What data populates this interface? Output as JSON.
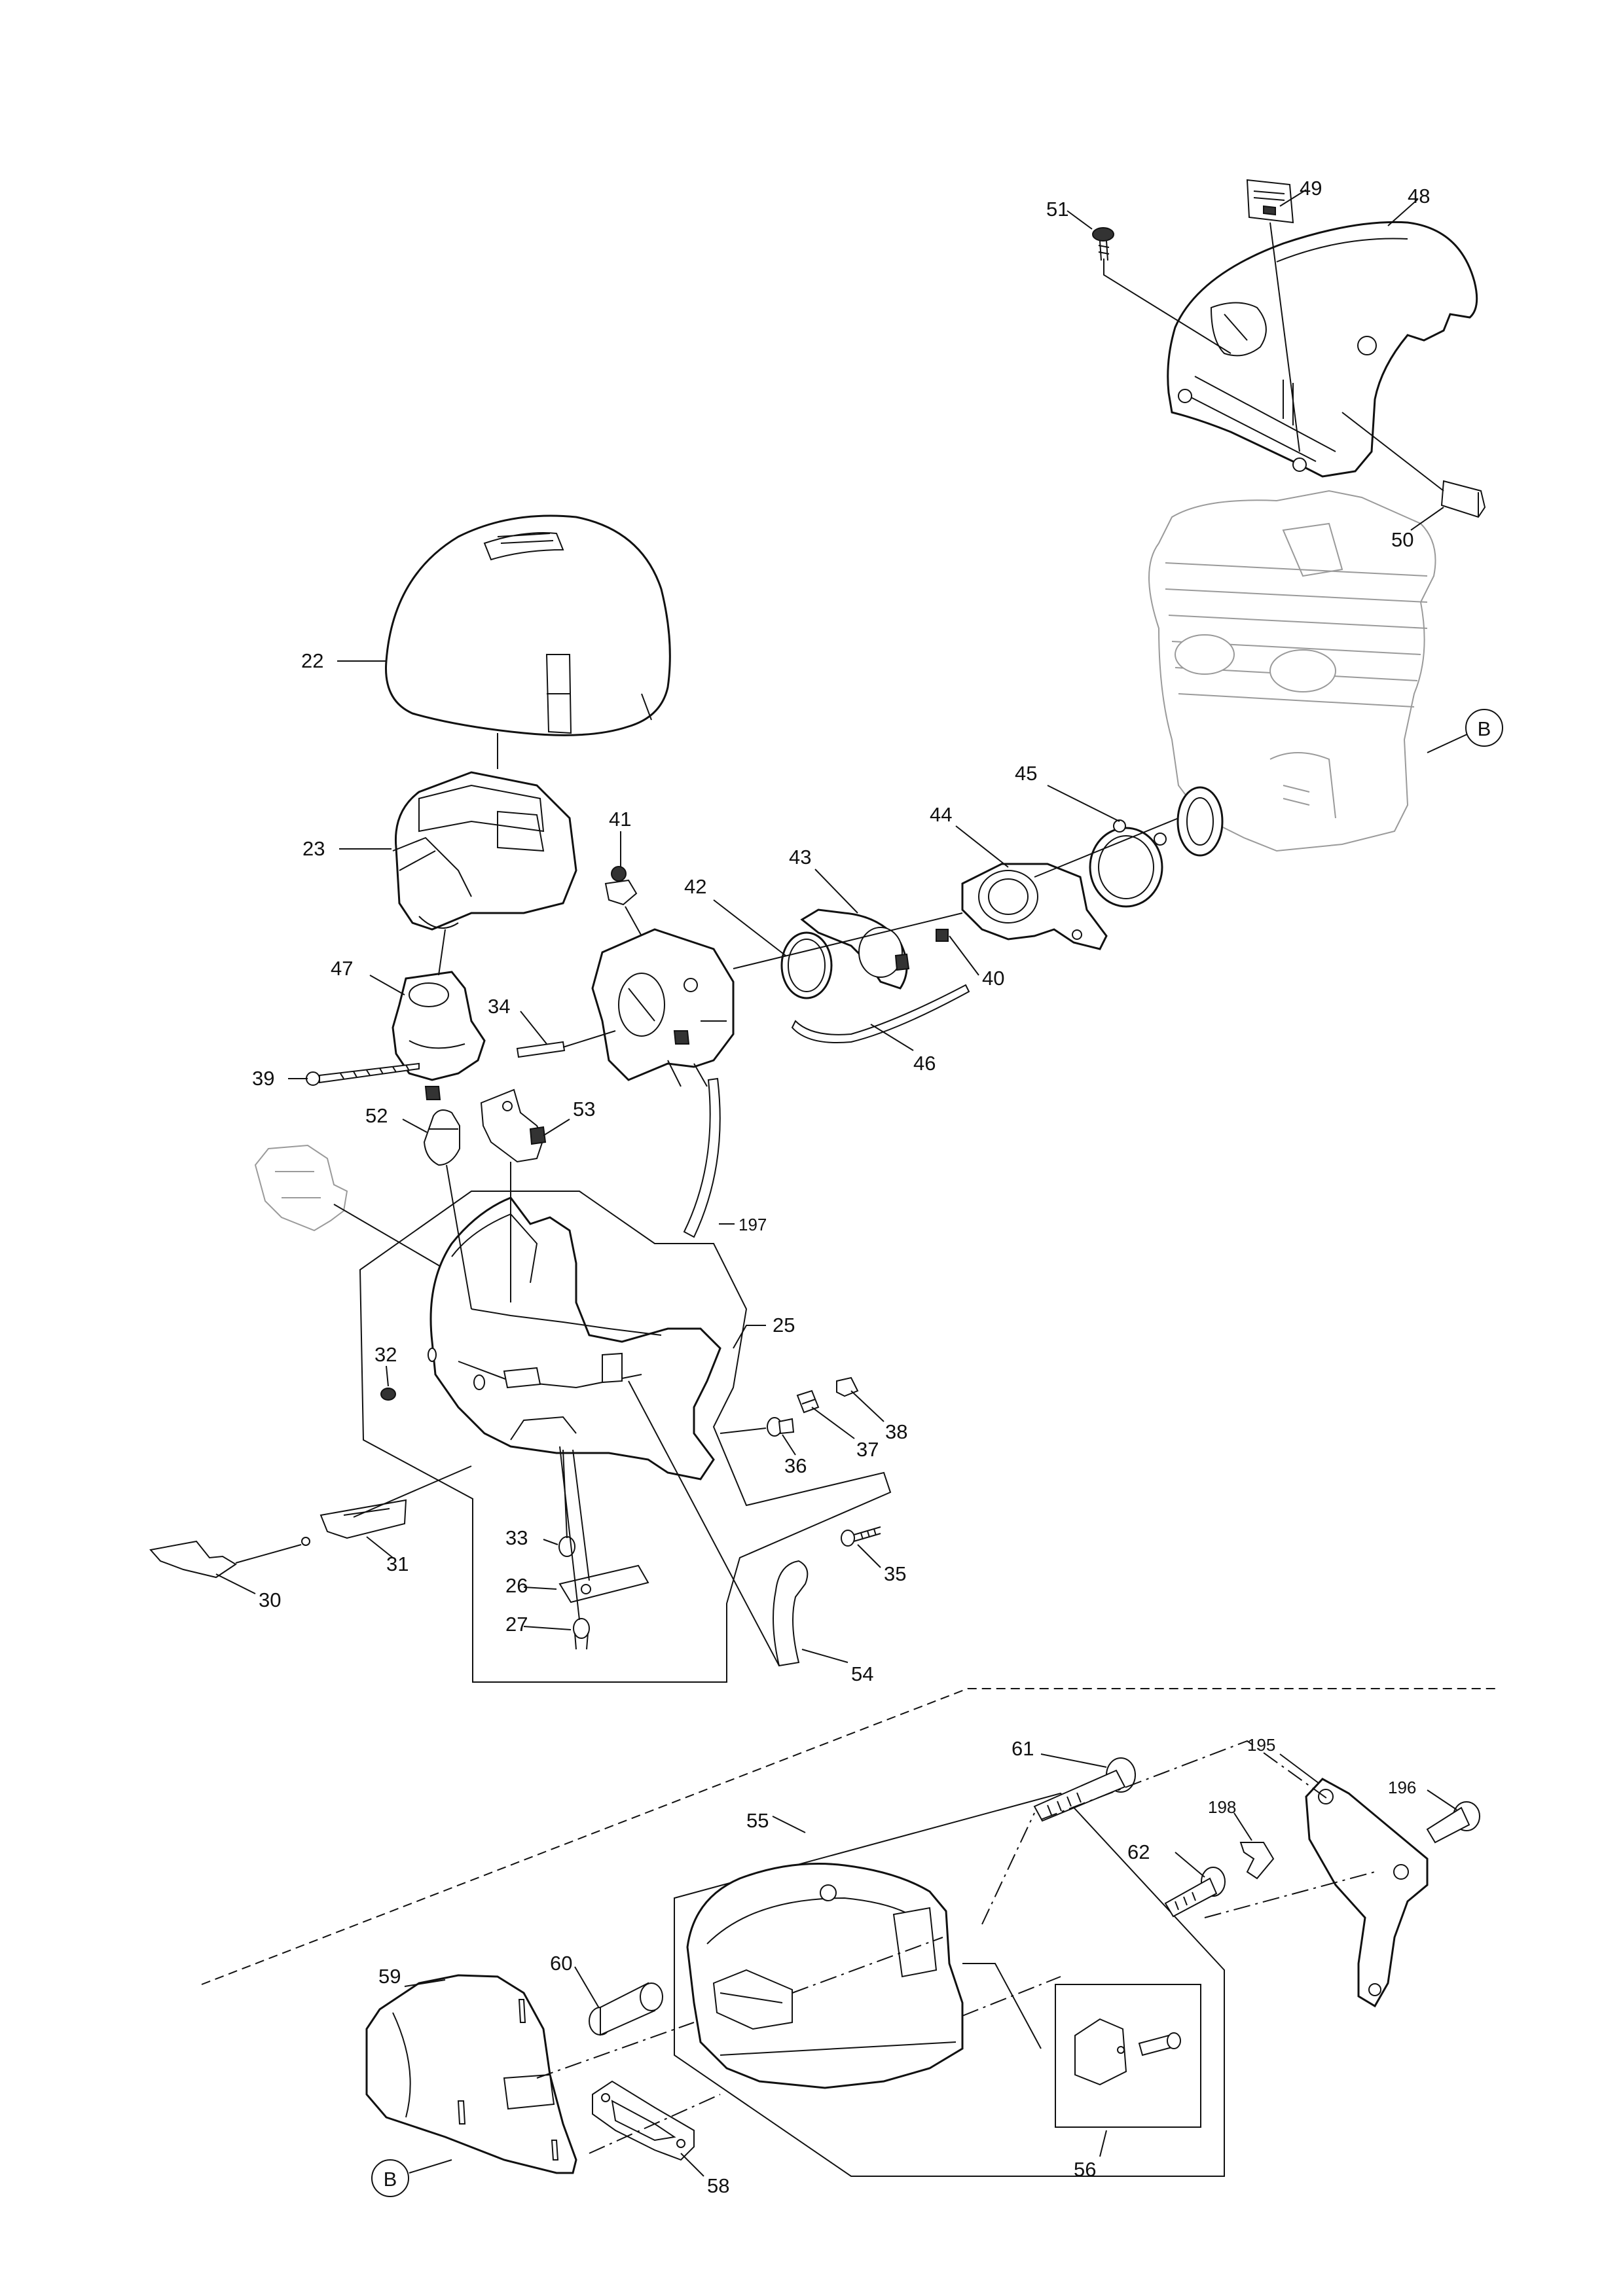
{
  "callouts": [
    {
      "id": "c51",
      "text": "51"
    },
    {
      "id": "c49",
      "text": "49"
    },
    {
      "id": "c48",
      "text": "48"
    },
    {
      "id": "c50",
      "text": "50"
    },
    {
      "id": "c22",
      "text": "22"
    },
    {
      "id": "c23",
      "text": "23"
    },
    {
      "id": "c41",
      "text": "41"
    },
    {
      "id": "c42",
      "text": "42"
    },
    {
      "id": "c43",
      "text": "43"
    },
    {
      "id": "c44",
      "text": "44"
    },
    {
      "id": "c45",
      "text": "45"
    },
    {
      "id": "c40",
      "text": "40"
    },
    {
      "id": "c46",
      "text": "46"
    },
    {
      "id": "c47",
      "text": "47"
    },
    {
      "id": "c34",
      "text": "34"
    },
    {
      "id": "c39",
      "text": "39"
    },
    {
      "id": "c52",
      "text": "52"
    },
    {
      "id": "c53",
      "text": "53"
    },
    {
      "id": "c197",
      "text": "197"
    },
    {
      "id": "c25",
      "text": "25"
    },
    {
      "id": "c32",
      "text": "32"
    },
    {
      "id": "c36",
      "text": "36"
    },
    {
      "id": "c37",
      "text": "37"
    },
    {
      "id": "c38",
      "text": "38"
    },
    {
      "id": "c33",
      "text": "33"
    },
    {
      "id": "c35",
      "text": "35"
    },
    {
      "id": "c26",
      "text": "26"
    },
    {
      "id": "c27",
      "text": "27"
    },
    {
      "id": "c30",
      "text": "30"
    },
    {
      "id": "c31",
      "text": "31"
    },
    {
      "id": "c54",
      "text": "54"
    },
    {
      "id": "c61",
      "text": "61"
    },
    {
      "id": "c195",
      "text": "195"
    },
    {
      "id": "c196",
      "text": "196"
    },
    {
      "id": "c198",
      "text": "198"
    },
    {
      "id": "c62",
      "text": "62"
    },
    {
      "id": "c55",
      "text": "55"
    },
    {
      "id": "c60",
      "text": "60"
    },
    {
      "id": "c59",
      "text": "59"
    },
    {
      "id": "c58",
      "text": "58"
    },
    {
      "id": "c56",
      "text": "56"
    }
  ],
  "ref_markers": {
    "b_top": "B",
    "b_bottom": "B"
  },
  "colors": {
    "line": "#111111",
    "ghost": "#9a9a9a",
    "background": "#ffffff"
  }
}
